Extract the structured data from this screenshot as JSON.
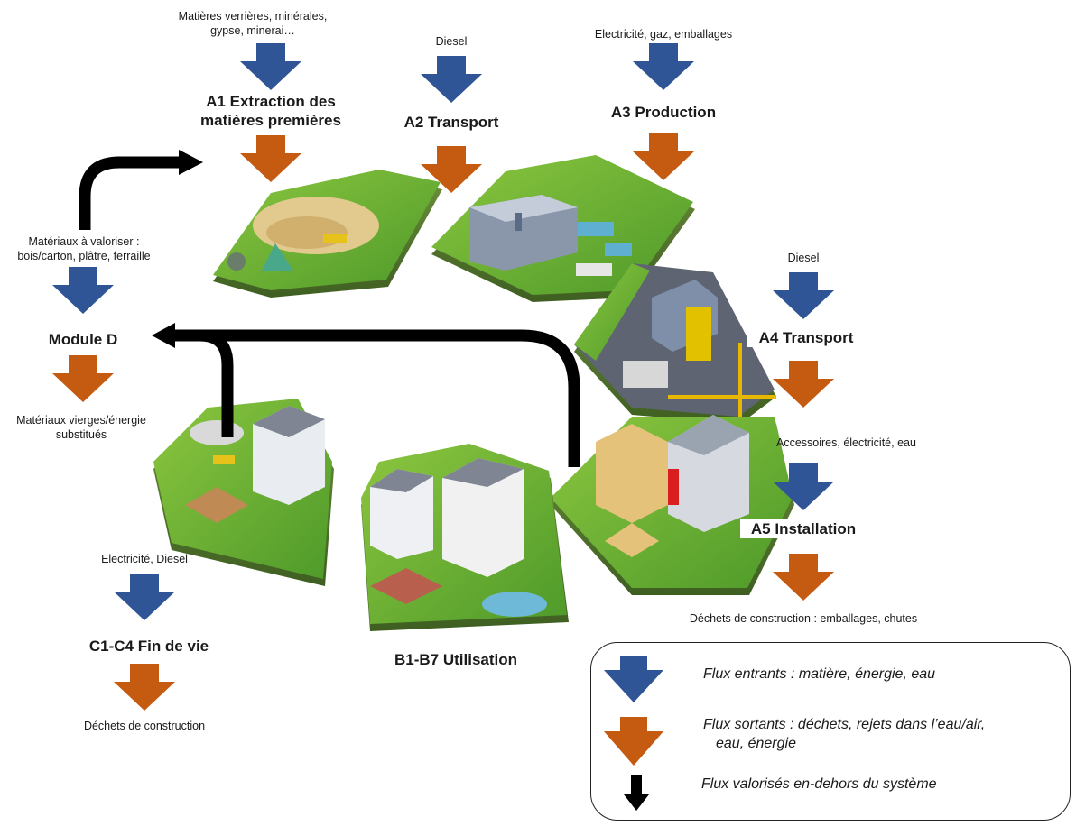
{
  "colors": {
    "inflow": "#2f5597",
    "outflow": "#c55a11",
    "valorised": "#000000"
  },
  "stages": {
    "a1": {
      "input": [
        "Matières verrières, minérales,",
        "gypse, minerai…"
      ],
      "title": [
        "A1 Extraction des",
        "matières premières"
      ]
    },
    "a2": {
      "input": "Diesel",
      "title": "A2 Transport"
    },
    "a3": {
      "input": "Electricité, gaz, emballages",
      "title": "A3 Production"
    },
    "a4": {
      "input": "Diesel",
      "title": "A4 Transport"
    },
    "a5": {
      "input": "Accessoires, électricité, eau",
      "title": "A5 Installation",
      "output": "Déchets de construction : emballages, chutes"
    },
    "b": {
      "title": "B1-B7 Utilisation"
    },
    "c": {
      "input": "Electricité, Diesel",
      "title": "C1-C4 Fin de vie",
      "output": "Déchets de construction"
    },
    "d": {
      "input": [
        "Matériaux à valoriser :",
        "bois/carton, plâtre, ferraille"
      ],
      "title": "Module D",
      "output": [
        "Matériaux vierges/énergie",
        "substitués"
      ]
    }
  },
  "legend": {
    "inflow_label": "Flux entrants : matière, énergie, eau",
    "outflow_label": [
      "Flux sortants : déchets, rejets dans l’eau/air,",
      "eau, énergie"
    ],
    "valorised_label": "Flux valorisés en-dehors du système"
  }
}
